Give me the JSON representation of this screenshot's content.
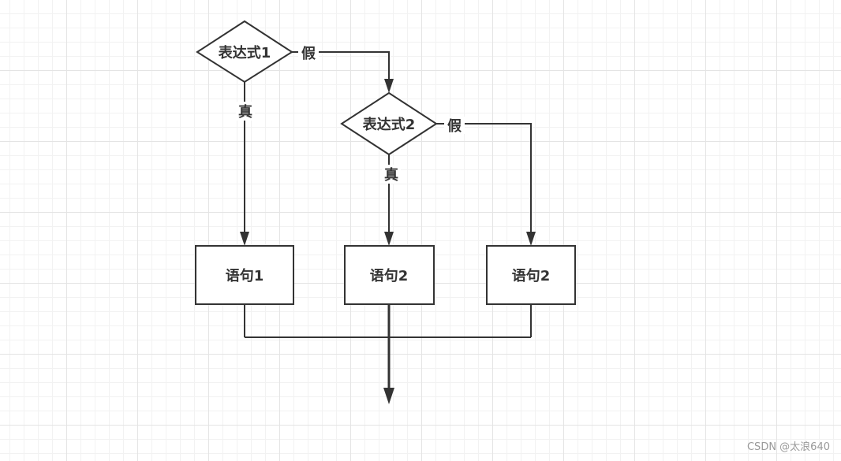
{
  "diagram": {
    "nodes": {
      "expr1": "表达式1",
      "expr2": "表达式2",
      "stmt1": "语句1",
      "stmt2a": "语句2",
      "stmt2b": "语句2"
    },
    "edge_labels": {
      "expr1_false": "假",
      "expr1_true": "真",
      "expr2_false": "假",
      "expr2_true": "真"
    }
  },
  "watermark": "CSDN @太浪640",
  "colors": {
    "stroke": "#333333",
    "grid": "#e4e4e4",
    "background": "#ffffff"
  }
}
